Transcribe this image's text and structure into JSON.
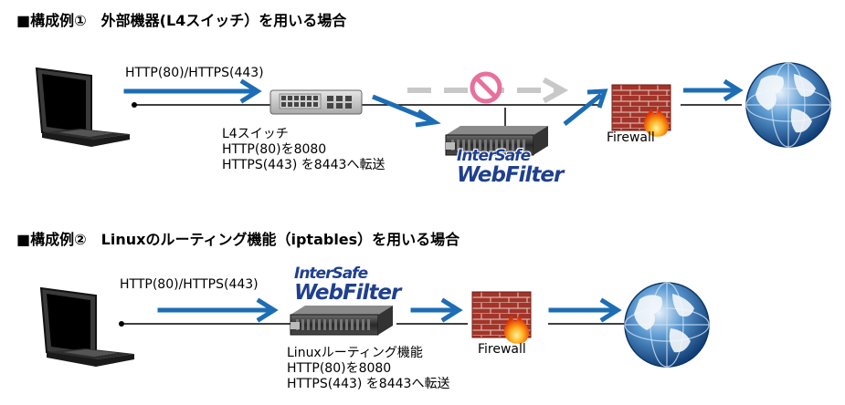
{
  "section1": {
    "heading": "■構成例①　外部機器(L4スイッチ）を用いる場合",
    "protocol_label": "HTTP(80)/HTTPS(443)",
    "switch_desc": [
      "L4スイッチ",
      "HTTP(80)を8080",
      "HTTPS(443) を8443へ転送"
    ],
    "firewall_label": "Firewall",
    "logo_line1": "InterSafe",
    "logo_line2": "WebFilter"
  },
  "section2": {
    "heading": "■構成例②　Linuxのルーティング機能（iptables）を用いる場合",
    "protocol_label": "HTTP(80)/HTTPS(443)",
    "router_desc": [
      "Linuxルーティング機能",
      "HTTP(80)を8080",
      "HTTPS(443) を8443へ転送"
    ],
    "firewall_label": "Firewall",
    "logo_line1": "InterSafe",
    "logo_line2": "WebFilter"
  },
  "colors": {
    "arrow_blue": "#1d6db5",
    "arrow_gray": "#c8c8c8",
    "no_sign": "#e8709c",
    "logo_blue": "#1f3f8f"
  },
  "icons": [
    "laptop-icon",
    "l4-switch-icon",
    "no-entry-icon",
    "server-appliance-icon",
    "firewall-icon",
    "globe-icon"
  ]
}
